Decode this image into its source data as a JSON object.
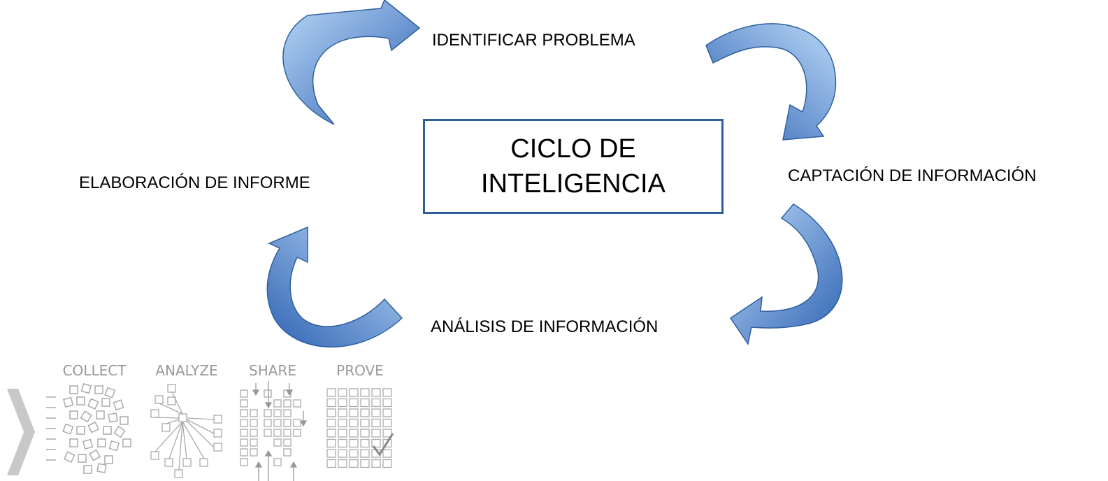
{
  "diagram": {
    "center": "CICLO DE INTELIGENCIA",
    "steps": [
      {
        "label": "IDENTIFICAR PROBLEMA"
      },
      {
        "label": "CAPTACIÓN DE INFORMACIÓN"
      },
      {
        "label": "ANÁLISIS DE INFORMACIÓN"
      },
      {
        "label": "ELABORACIÓN DE INFORME"
      }
    ]
  },
  "illustration": {
    "stages": [
      "COLLECT",
      "ANALYZE",
      "SHARE",
      "PROVE"
    ]
  },
  "colors": {
    "arrow_light": "#a8cdf5",
    "arrow_dark": "#2f63b3",
    "box_border": "#2e5d9a",
    "icon_gray": "#aaaaaa"
  }
}
